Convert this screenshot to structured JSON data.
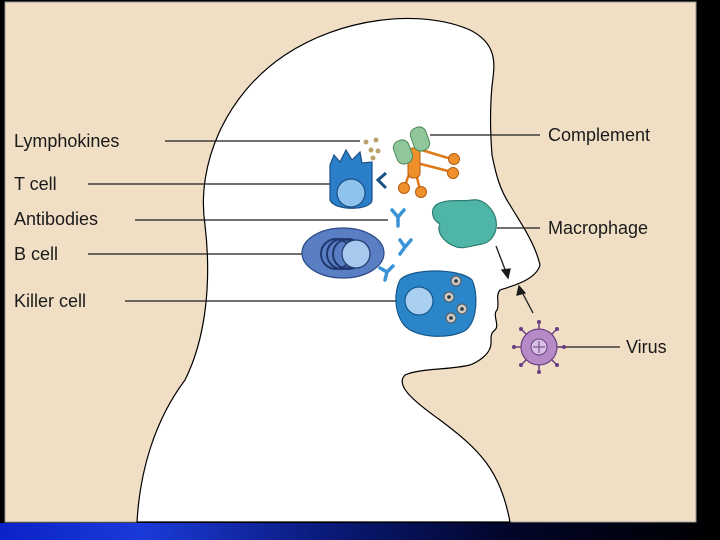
{
  "labels": {
    "lymphokines": "Lymphokines",
    "t_cell": "T cell",
    "antibodies": "Antibodies",
    "b_cell": "B cell",
    "killer_cell": "Killer cell",
    "complement": "Complement",
    "macrophage": "Macrophage",
    "virus": "Virus"
  },
  "colors": {
    "background": "#f1dfc5",
    "head": "#ffffff",
    "t_cell": "#2a7fc8",
    "b_cell": "#5a7ec4",
    "killer_cell": "#2a86c8",
    "antibodies": "#3a93d6",
    "complement_green": "#8fc79b",
    "complement_orange": "#f0902a",
    "macrophage": "#4fb5a6",
    "virus": "#b58ac6",
    "bottom_bar": "#0b22c8"
  }
}
